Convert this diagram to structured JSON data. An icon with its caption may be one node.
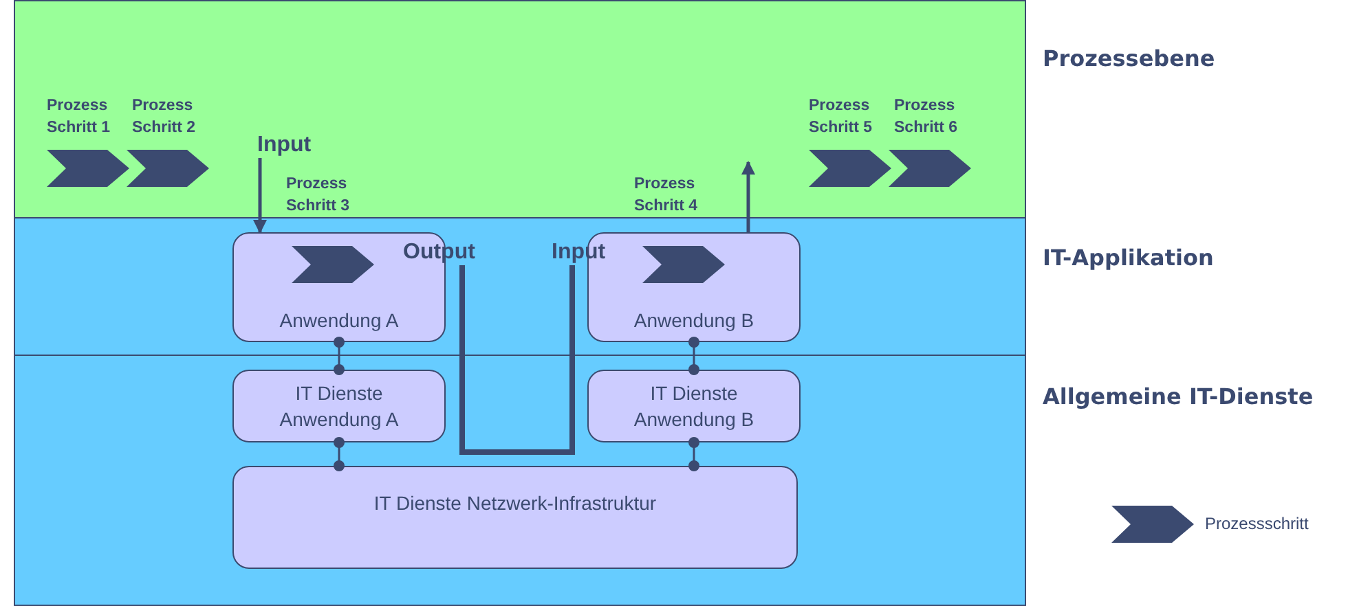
{
  "diagram": {
    "nodes": [
      {
        "text": [
          "Prozessebene"
        ]
      },
      {
        "text": [
          "IT-Applikation"
        ]
      },
      {
        "text": [
          "Allgemeine IT-Dienste"
        ]
      },
      {
        "text": [
          "Prozess Schritt 1"
        ],
        "in": 0
      },
      {
        "text": [
          "Prozess Schritt 2"
        ],
        "in": 0
      },
      {
        "text": [
          "Input"
        ],
        "in": 0
      },
      {
        "text": [
          "Prozess Schritt 5"
        ],
        "in": 0
      },
      {
        "text": [
          "Prozess Schritt 6"
        ],
        "in": 0
      },
      {
        "text": [
          "Anwendung A"
        ],
        "in": 1
      },
      {
        "text": [],
        "shape": "chevron",
        "in": 8
      },
      {
        "text": [
          "Output"
        ],
        "in": 1
      },
      {
        "text": [
          "Input"
        ],
        "in": 1
      },
      {
        "text": [
          "Anwendung B"
        ],
        "in": 1
      },
      {
        "text": [],
        "shape": "chevron",
        "in": 12
      },
      {
        "text": [
          "IT Dienste Anwendung A"
        ],
        "in": 2
      },
      {
        "text": [
          "IT Dienste Anwendung B"
        ],
        "in": 2
      },
      {
        "text": [
          "IT Dienste Netzwerk-Infrastruktur"
        ],
        "in": 2
      }
    ],
    "edges": [
      {
        "from": 5,
        "to": 8,
        "arrow": "to"
      },
      {
        "from": 10,
        "to": 11,
        "arrow": "none",
        "style": "thick"
      },
      {
        "from": 12,
        "to": null,
        "arrow": "to"
      },
      {
        "from": 8,
        "to": 14,
        "arrow": "other"
      },
      {
        "from": 14,
        "to": 16,
        "arrow": "other"
      },
      {
        "from": 12,
        "to": 15,
        "arrow": "other"
      },
      {
        "from": 15,
        "to": 16,
        "arrow": "other"
      }
    ],
    "labels": [
      "Prozess Schritt 3",
      "Prozess Schritt 4"
    ],
    "legend": [
      {
        "text": "Prozessschritt"
      }
    ]
  }
}
